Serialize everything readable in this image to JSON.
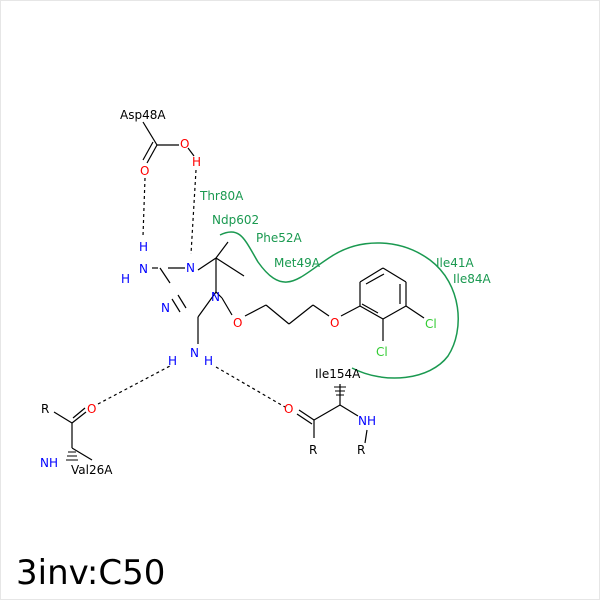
{
  "title": "3inv:C50",
  "colors": {
    "carbon": "#000000",
    "nitrogen": "#0000ff",
    "oxygen": "#ff0000",
    "chlorine": "#33cc33",
    "hydrophobic": "#1a9950"
  },
  "residues": {
    "asp48a": "Asp48A",
    "thr80a": "Thr80A",
    "ndp602": "Ndp602",
    "phe52a": "Phe52A",
    "met49a": "Met49A",
    "ile41a": "Ile41A",
    "ile84a": "Ile84A",
    "ile154a": "Ile154A",
    "val26a": "Val26A"
  },
  "atoms": {
    "o_carbonyl_asp": "O",
    "o_hydroxyl_asp": "O",
    "h_asp": "H",
    "n_amine_top": "N",
    "h_amine_top_up": "H",
    "h_amine_top_left": "H",
    "n_ring_1": "N",
    "n_ring_3": "N",
    "n_ring_5": "N",
    "o_ether_1": "O",
    "o_ether_2": "O",
    "cl_1": "Cl",
    "cl_2": "Cl",
    "n_amine_bottom": "N",
    "h_amine_bottom_1": "H",
    "h_amine_bottom_2": "H",
    "o_val": "O",
    "r_val": "R",
    "nh_val": "NH",
    "o_ile": "O",
    "r_ile_1": "R",
    "nh_ile": "NH",
    "r_ile_2": "R"
  }
}
